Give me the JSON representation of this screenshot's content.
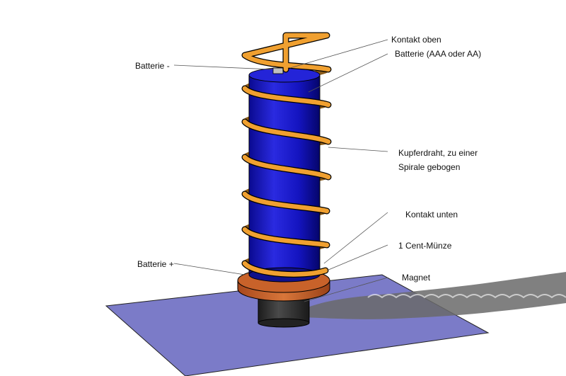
{
  "labels": {
    "kontakt_oben": "Kontakt oben",
    "batterie_typ": "Batterie (AAA oder AA)",
    "batterie_minus": "Batterie -",
    "kupferdraht_1": "Kupferdraht, zu einer",
    "kupferdraht_2": "Spirale gebogen",
    "kontakt_unten": "Kontakt unten",
    "cent_muenze": "1 Cent-Münze",
    "batterie_plus": "Batterie +",
    "magnet": "Magnet"
  },
  "colors": {
    "battery": "#1414c8",
    "copper_wire": "#f0a030",
    "coin": "#c8622a",
    "magnet": "#303030",
    "base_plane": "#7b7bc8",
    "shadow": "#6a6a6a"
  }
}
